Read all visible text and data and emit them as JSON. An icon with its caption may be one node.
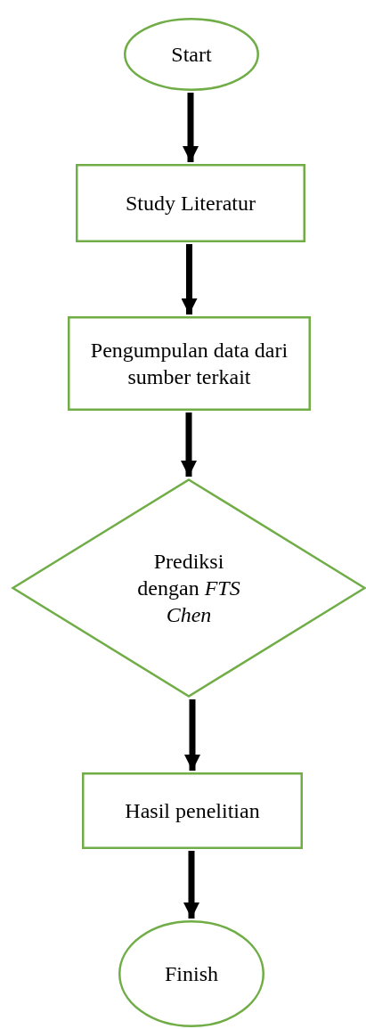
{
  "diagram": {
    "nodes": [
      {
        "text": [
          "Start"
        ]
      },
      {
        "text": [
          "Study Literatur"
        ]
      },
      {
        "text": [
          "Pengumpulan data dari sumber terkait"
        ]
      },
      {
        "text": [
          "Prediksi dengan *FTS Chen*"
        ]
      },
      {
        "text": [
          "Hasil penelitian"
        ]
      },
      {
        "text": [
          "Finish"
        ]
      }
    ],
    "edges": [
      {
        "from": 0,
        "to": 1,
        "arrow": "to"
      },
      {
        "from": 1,
        "to": 2,
        "arrow": "to"
      },
      {
        "from": 2,
        "to": 3,
        "arrow": "to"
      },
      {
        "from": 3,
        "to": 4,
        "arrow": "to"
      },
      {
        "from": 4,
        "to": 5,
        "arrow": "to"
      }
    ]
  }
}
